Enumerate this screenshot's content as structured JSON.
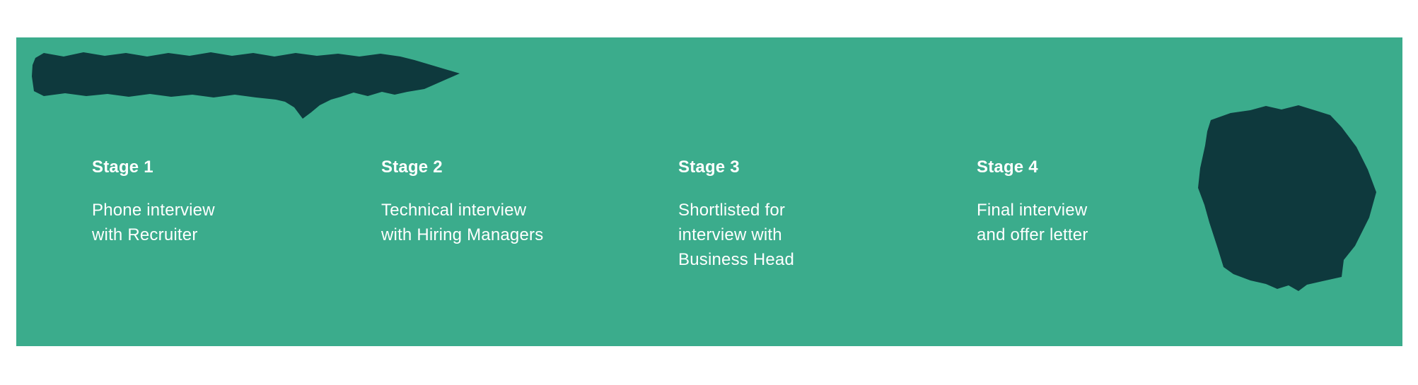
{
  "colors": {
    "background": "#ffffff",
    "card": "#3BAC8C",
    "shape": "#0E393D",
    "text": "#ffffff"
  },
  "graphics": {
    "banner": "dark-arrow-banner-silhouette-with-pointer-tail",
    "badge": "dark-hexagonal-badge-silhouette"
  },
  "stages": [
    {
      "title": "Stage 1",
      "desc_lines": [
        "Phone interview",
        "with Recruiter"
      ]
    },
    {
      "title": "Stage 2",
      "desc_lines": [
        "Technical interview",
        "with Hiring Managers"
      ]
    },
    {
      "title": "Stage 3",
      "desc_lines": [
        "Shortlisted for",
        "interview with",
        "Business Head"
      ]
    },
    {
      "title": "Stage 4",
      "desc_lines": [
        "Final interview",
        "and offer letter"
      ]
    }
  ]
}
